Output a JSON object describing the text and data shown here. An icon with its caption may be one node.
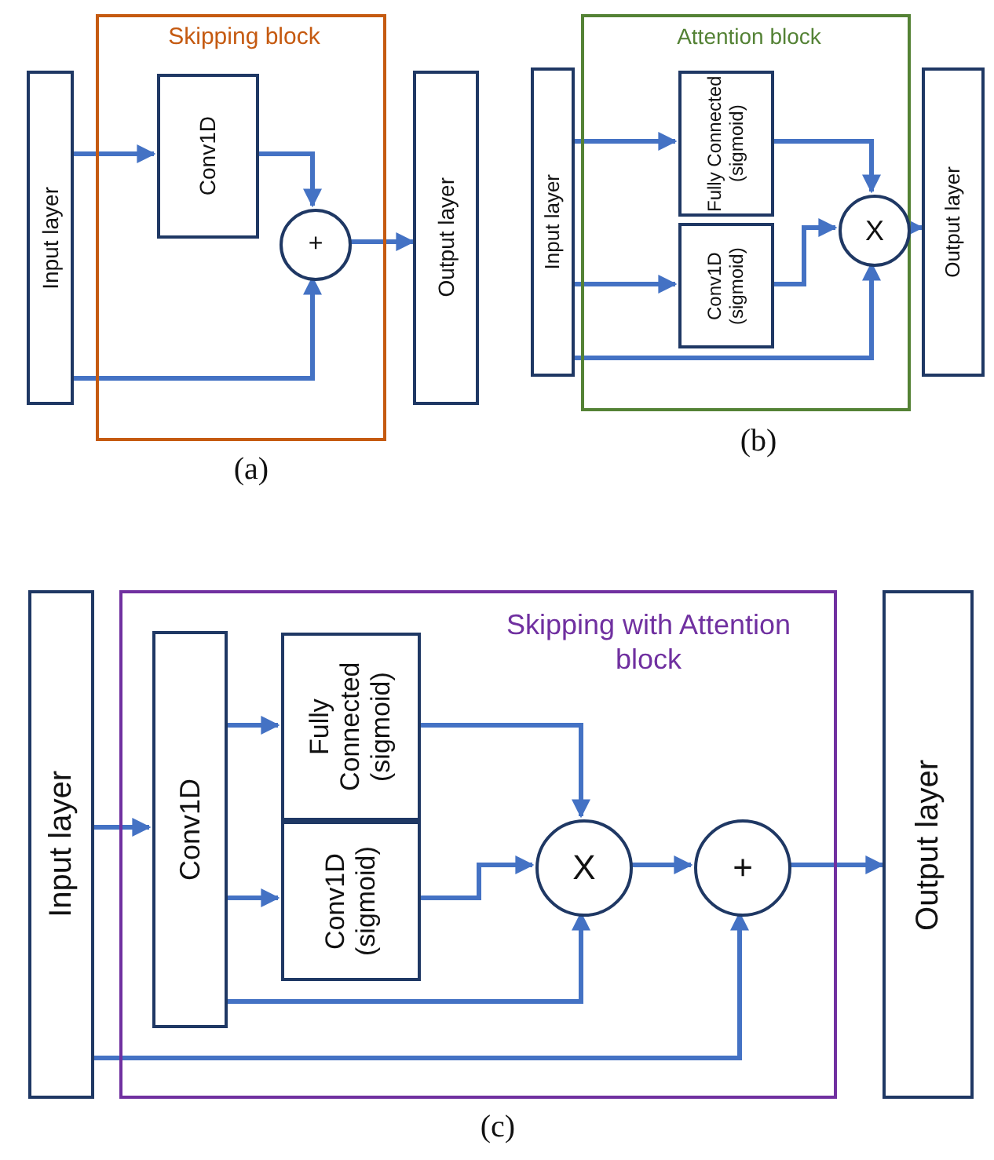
{
  "diagram": {
    "nodes": [
      {
        "text": [
          "Skipping block"
        ]
      },
      {
        "text": [
          "Input layer"
        ]
      },
      {
        "text": [
          "Conv1D"
        ],
        "in": 0
      },
      {
        "text": [
          "+"
        ],
        "in": 0
      },
      {
        "text": [
          "Output layer"
        ]
      },
      {
        "text": [
          "Attention block"
        ]
      },
      {
        "text": [
          "Input layer"
        ]
      },
      {
        "text": [
          "Fully Connected (sigmoid)"
        ],
        "in": 5
      },
      {
        "text": [
          "Conv1D (sigmoid)"
        ],
        "in": 5
      },
      {
        "text": [
          "X"
        ],
        "in": 5
      },
      {
        "text": [
          "Output layer"
        ]
      },
      {
        "text": [
          "Input layer"
        ]
      },
      {
        "text": [
          "Skipping with Attention block"
        ]
      },
      {
        "text": [
          "Conv1D"
        ],
        "in": 12
      },
      {
        "text": [
          "Fully Connected (sigmoid)"
        ],
        "in": 12
      },
      {
        "text": [
          "Conv1D (sigmoid)"
        ],
        "in": 12
      },
      {
        "text": [
          "X"
        ],
        "in": 12
      },
      {
        "text": [
          "+"
        ],
        "in": 12
      },
      {
        "text": [
          "Output layer"
        ]
      }
    ],
    "edges": [
      {
        "from": 1,
        "to": 2,
        "arrow": "to"
      },
      {
        "from": 2,
        "to": 3,
        "arrow": "to"
      },
      {
        "from": 3,
        "to": 4,
        "arrow": "to"
      },
      {
        "from": 1,
        "to": 3,
        "arrow": "to"
      },
      {
        "from": 6,
        "to": 7,
        "arrow": "to"
      },
      {
        "from": 6,
        "to": 8,
        "arrow": "to"
      },
      {
        "from": 7,
        "to": 9,
        "arrow": "to"
      },
      {
        "from": 8,
        "to": 9,
        "arrow": "to"
      },
      {
        "from": 6,
        "to": 9,
        "arrow": "to"
      },
      {
        "from": 9,
        "to": 10,
        "arrow": "to"
      },
      {
        "from": 11,
        "to": 13,
        "arrow": "to"
      },
      {
        "from": 13,
        "to": 14,
        "arrow": "to"
      },
      {
        "from": 13,
        "to": 15,
        "arrow": "to"
      },
      {
        "from": 14,
        "to": 16,
        "arrow": "to"
      },
      {
        "from": 15,
        "to": 16,
        "arrow": "to"
      },
      {
        "from": 13,
        "to": 16,
        "arrow": "to"
      },
      {
        "from": 16,
        "to": 17,
        "arrow": "to"
      },
      {
        "from": 11,
        "to": 17,
        "arrow": "to"
      },
      {
        "from": 17,
        "to": 18,
        "arrow": "to"
      }
    ],
    "labels": [
      "(a)",
      "(b)",
      "(c)"
    ]
  }
}
